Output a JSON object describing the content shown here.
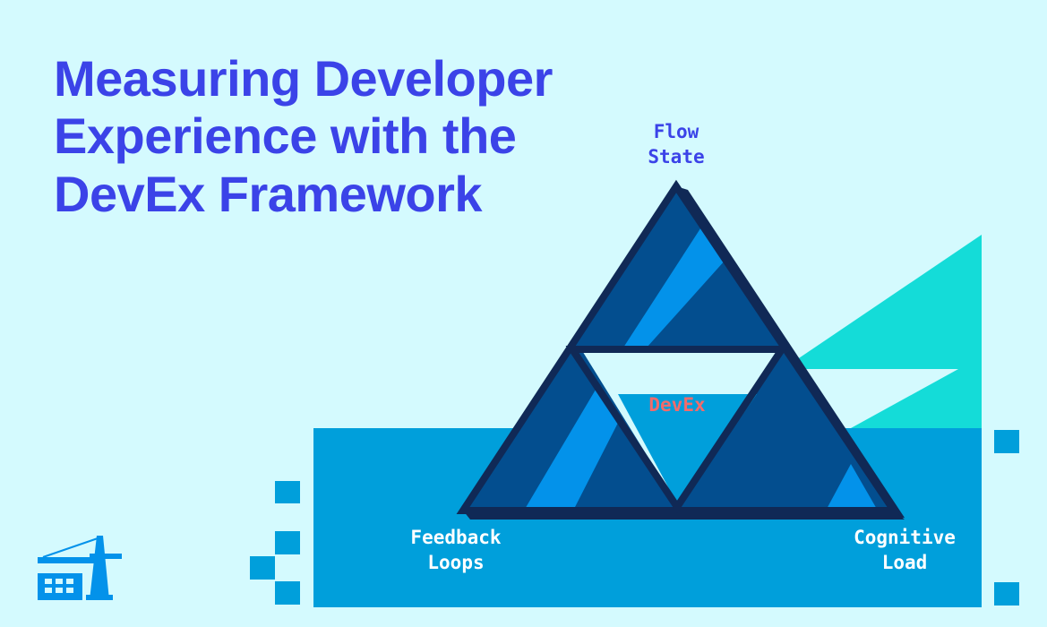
{
  "title_lines": [
    "Measuring Developer",
    "Experience with the",
    "DevEx Framework"
  ],
  "diagram": {
    "center_label": "DevEx",
    "corners": {
      "top": [
        "Flow",
        "State"
      ],
      "bottom_left": [
        "Feedback",
        "Loops"
      ],
      "bottom_right": [
        "Cognitive",
        "Load"
      ]
    }
  },
  "colors": {
    "background": "#d4fafe",
    "title": "#3b43e8",
    "platform": "#009fdb",
    "triangle_dark": "#034e8f",
    "triangle_outline": "#102956",
    "stripe": "#0392ea",
    "ramp": "#14dcd8",
    "center_label": "#f26b6b"
  },
  "icons": [
    "construction-crane-icon"
  ]
}
